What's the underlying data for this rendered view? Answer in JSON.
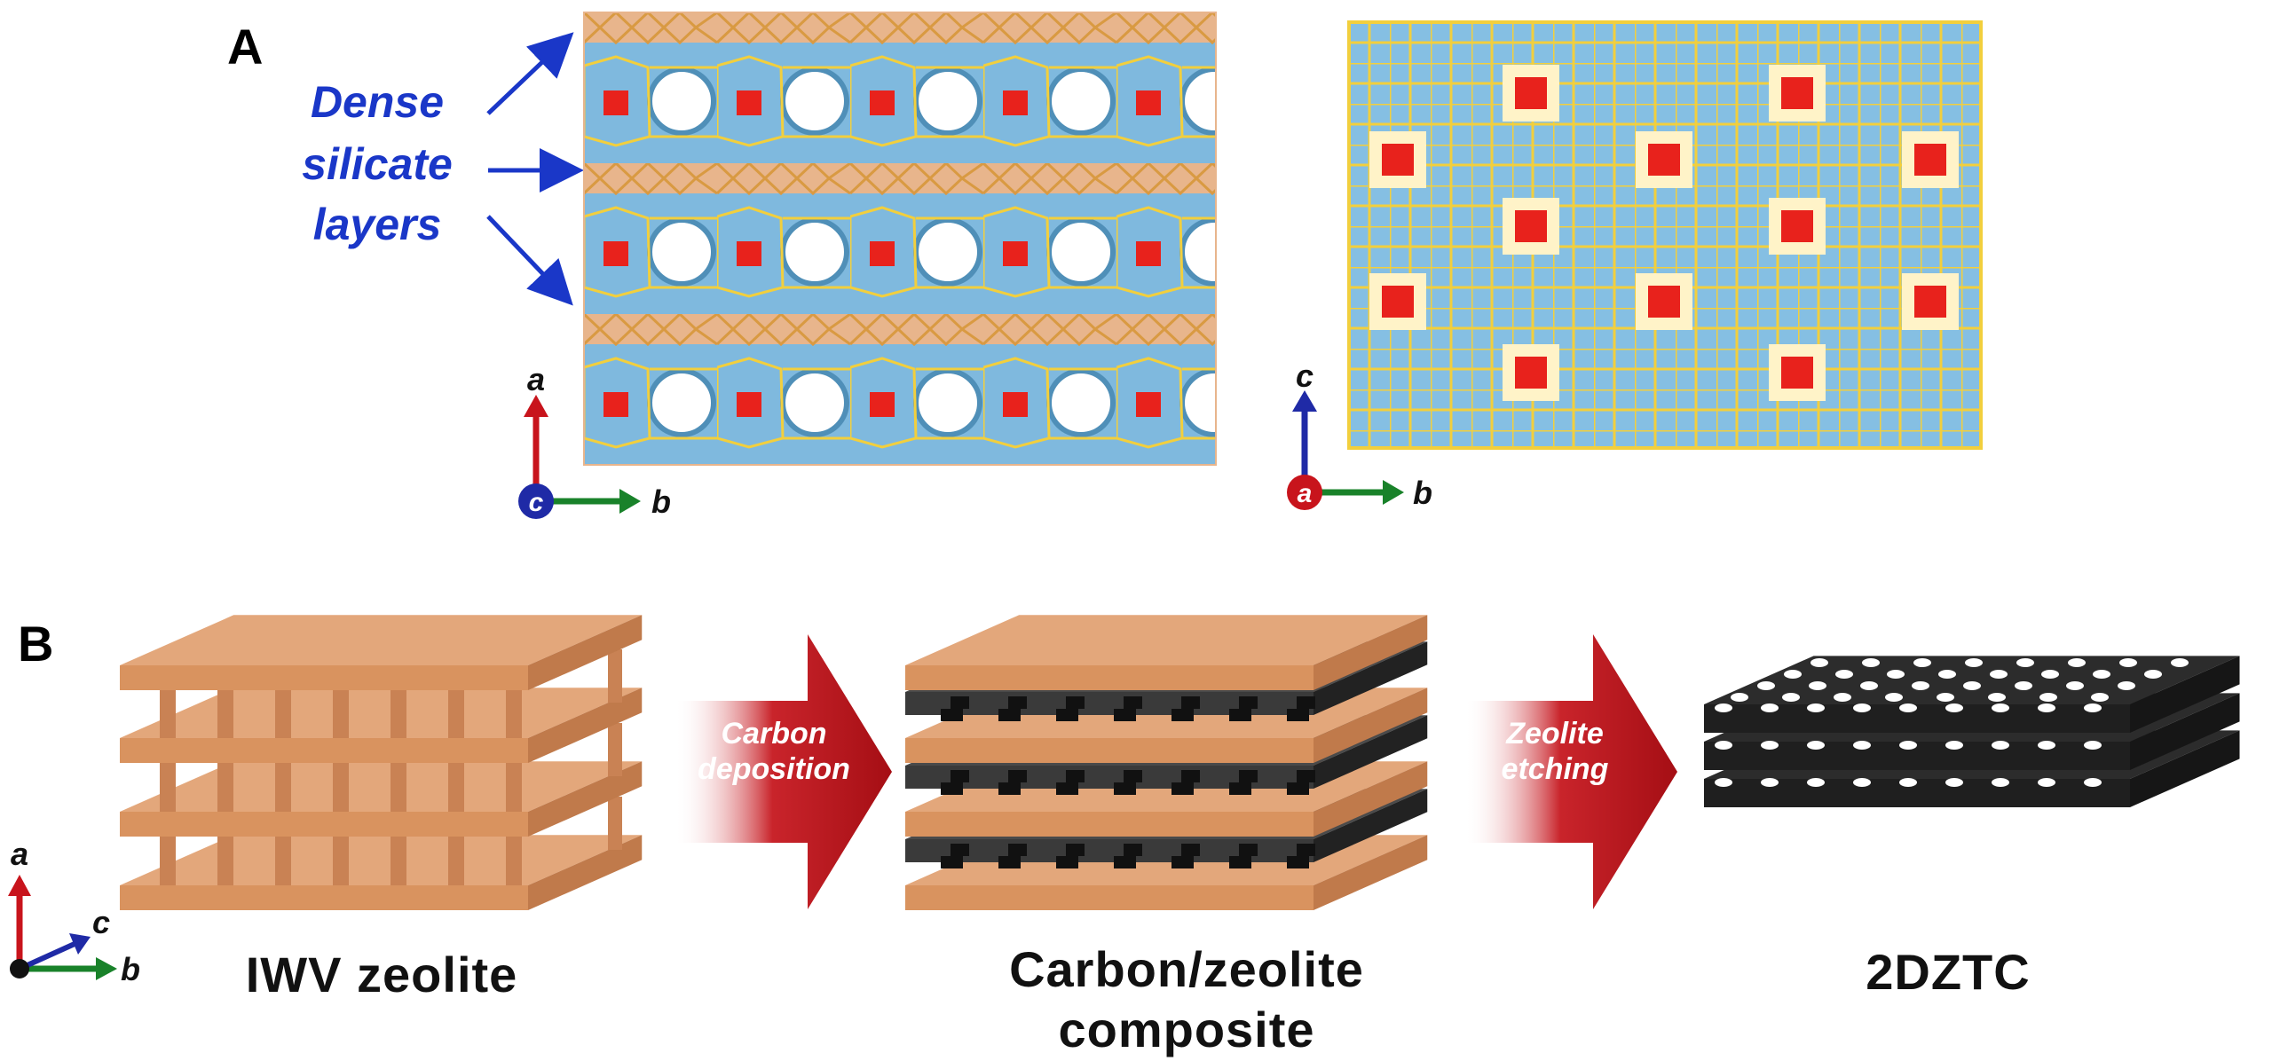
{
  "panels": {
    "a": "A",
    "b": "B"
  },
  "panel_a": {
    "label_lines": [
      "Dense",
      "silicate",
      "layers"
    ],
    "left_axes": {
      "up": "a",
      "center": "c",
      "right": "b"
    },
    "right_axes": {
      "up": "c",
      "center": "a",
      "right": "b"
    }
  },
  "panel_b": {
    "axes": {
      "up": "a",
      "diag": "c",
      "right": "b"
    },
    "arrow1": [
      "Carbon",
      "deposition"
    ],
    "arrow2": [
      "Zeolite",
      "etching"
    ],
    "captions": {
      "iwv": "IWV zeolite",
      "composite": [
        "Carbon/zeolite",
        "composite"
      ],
      "ztc": "2DZTC"
    }
  },
  "colors": {
    "label_blue": "#1a37c8",
    "pore_blue": "#7fb9de",
    "framework_yellow": "#f2cf3d",
    "cage_red": "#e8221c",
    "zeolite_orange": "#dc9a6c",
    "carbon_black": "#262626",
    "arrow_red": "#b01218",
    "axis_red": "#c8141c",
    "axis_blue": "#1f2aa6",
    "axis_green": "#19822a"
  }
}
